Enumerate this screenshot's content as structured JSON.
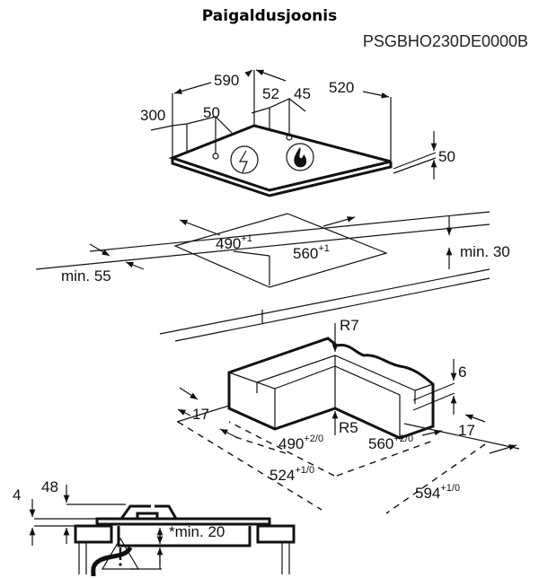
{
  "header": {
    "title": "Paigaldusjoonis",
    "model": "PSGBHO230DE0000B"
  },
  "hob_dimensions": {
    "width": "590",
    "depth": "520",
    "d52": "52",
    "d45": "45",
    "d300": "300",
    "d50": "50",
    "height": "50"
  },
  "cutout": {
    "width": "560",
    "width_tol": "+1",
    "depth": "490",
    "depth_tol": "+1",
    "min_front": "min. 55",
    "min_rear": "min. 30"
  },
  "frame_cutout": {
    "r7": "R7",
    "r5": "R5",
    "d6": "6",
    "d17_left": "17",
    "d17_right": "17",
    "w490": "490",
    "w490_tol": "+2/0",
    "w560": "560",
    "w560_tol": "+2/0",
    "w524": "524",
    "w524_tol": "+1/0",
    "w594": "594",
    "w594_tol": "+1/0"
  },
  "side_view": {
    "d4": "4",
    "d48": "48",
    "min20": "*min. 20"
  },
  "icons": [
    "electric-icon",
    "gas-flame-icon",
    "warning-icon"
  ]
}
